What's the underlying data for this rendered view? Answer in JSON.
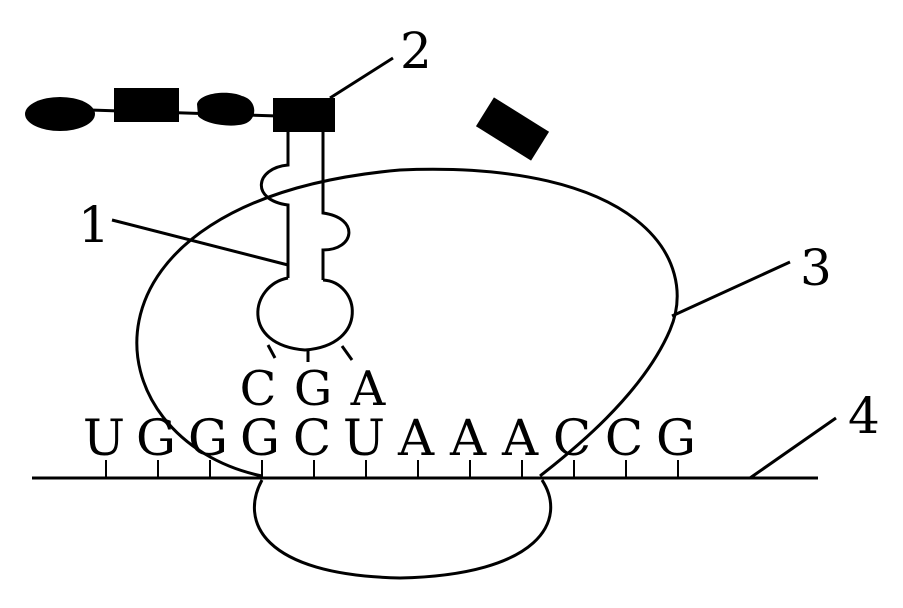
{
  "mrna": {
    "bases": [
      "U",
      "G",
      "G",
      "G",
      "C",
      "U",
      "A",
      "A",
      "A",
      "C",
      "C",
      "G"
    ]
  },
  "trna": {
    "anticodon": [
      "C",
      "G",
      "A"
    ]
  },
  "labels": {
    "trna": "1",
    "peptide": "2",
    "ribosome": "3",
    "mrna": "4"
  },
  "colors": {
    "ink": "#000000",
    "background": "#ffffff"
  }
}
